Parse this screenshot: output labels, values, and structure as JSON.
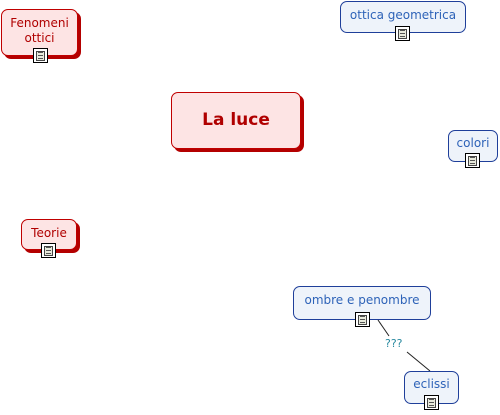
{
  "central": {
    "label": "La luce"
  },
  "nodes": [
    {
      "id": "fenomeni",
      "label": "Fenomeni ottici",
      "style": "red"
    },
    {
      "id": "teorie",
      "label": "Teorie",
      "style": "red"
    },
    {
      "id": "ottica",
      "label": "ottica geometrica",
      "style": "blue"
    },
    {
      "id": "colori",
      "label": "colori",
      "style": "blue"
    },
    {
      "id": "ombre",
      "label": "ombre e penombre",
      "style": "blue"
    },
    {
      "id": "eclissi",
      "label": "eclissi",
      "style": "blue"
    }
  ],
  "links": [
    {
      "from": "ombre",
      "to": "eclissi",
      "label": "???"
    }
  ],
  "colors": {
    "red_fill": "#fde4e4",
    "red_text": "#b00000",
    "red_shadow": "#b40000",
    "blue_fill": "#eef3fa",
    "blue_text": "#2e63b8",
    "link_label": "#2a8aa0"
  },
  "icons": {
    "attachment": "document-icon"
  }
}
